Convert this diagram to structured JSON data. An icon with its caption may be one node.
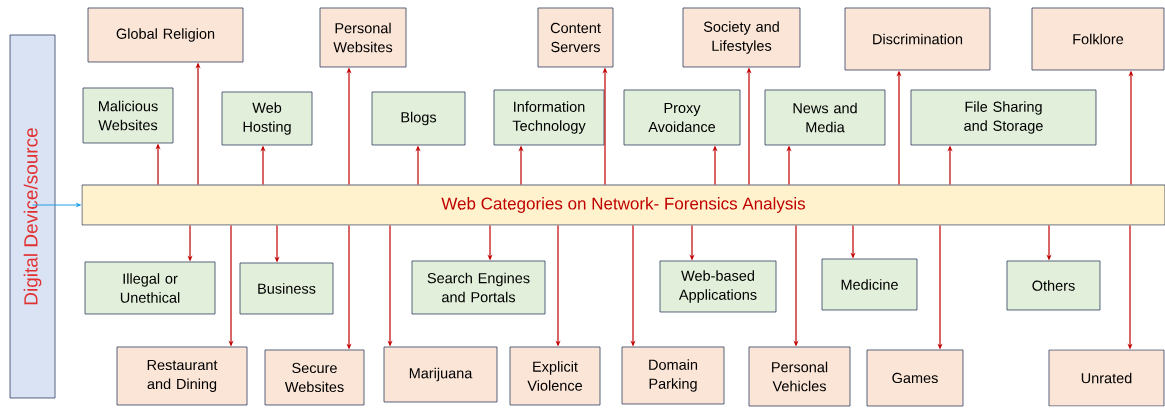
{
  "diagram": {
    "nodes": [
      {
        "text": [
          "Digital Device/source"
        ]
      },
      {
        "text": [
          "Web Categories on Network- Forensics Analysis"
        ]
      },
      {
        "text": [
          "Global Religion"
        ]
      },
      {
        "text": [
          "Personal Websites"
        ]
      },
      {
        "text": [
          "Content Servers"
        ]
      },
      {
        "text": [
          "Society and Lifestyles"
        ]
      },
      {
        "text": [
          "Discrimination"
        ]
      },
      {
        "text": [
          "Folklore"
        ]
      },
      {
        "text": [
          "Malicious Websites"
        ]
      },
      {
        "text": [
          "Web Hosting"
        ]
      },
      {
        "text": [
          "Blogs"
        ]
      },
      {
        "text": [
          "Information Technology"
        ]
      },
      {
        "text": [
          "Proxy Avoidance"
        ]
      },
      {
        "text": [
          "News and Media"
        ]
      },
      {
        "text": [
          "File Sharing and Storage"
        ]
      },
      {
        "text": [
          "Illegal or Unethical"
        ]
      },
      {
        "text": [
          "Business"
        ]
      },
      {
        "text": [
          "Search Engines and Portals"
        ]
      },
      {
        "text": [
          "Web-based Applications"
        ]
      },
      {
        "text": [
          "Medicine"
        ]
      },
      {
        "text": [
          "Others"
        ]
      },
      {
        "text": [
          "Restaurant and Dining"
        ]
      },
      {
        "text": [
          "Secure Websites"
        ]
      },
      {
        "text": [
          "Marijuana"
        ]
      },
      {
        "text": [
          "Explicit Violence"
        ]
      },
      {
        "text": [
          "Domain Parking"
        ]
      },
      {
        "text": [
          "Personal Vehicles"
        ]
      },
      {
        "text": [
          "Games"
        ]
      },
      {
        "text": [
          "Unrated"
        ]
      }
    ],
    "edges": [
      {
        "from": 0,
        "to": 1,
        "arrow": "to",
        "color": "#1ea0e6"
      },
      {
        "from": 1,
        "to": 8,
        "arrow": "to"
      },
      {
        "from": 1,
        "to": 2,
        "arrow": "to"
      },
      {
        "from": 1,
        "to": 9,
        "arrow": "to"
      },
      {
        "from": 1,
        "to": 3,
        "arrow": "to"
      },
      {
        "from": 1,
        "to": 10,
        "arrow": "to"
      },
      {
        "from": 1,
        "to": 11,
        "arrow": "to"
      },
      {
        "from": 1,
        "to": 4,
        "arrow": "to"
      },
      {
        "from": 1,
        "to": 12,
        "arrow": "to"
      },
      {
        "from": 1,
        "to": 5,
        "arrow": "to"
      },
      {
        "from": 1,
        "to": 13,
        "arrow": "to"
      },
      {
        "from": 1,
        "to": 6,
        "arrow": "to"
      },
      {
        "from": 1,
        "to": 14,
        "arrow": "to"
      },
      {
        "from": 1,
        "to": 7,
        "arrow": "to"
      },
      {
        "from": 1,
        "to": 15,
        "arrow": "to"
      },
      {
        "from": 1,
        "to": 21,
        "arrow": "to"
      },
      {
        "from": 1,
        "to": 16,
        "arrow": "to"
      },
      {
        "from": 1,
        "to": 22,
        "arrow": "to"
      },
      {
        "from": 1,
        "to": 23,
        "arrow": "to"
      },
      {
        "from": 1,
        "to": 17,
        "arrow": "to"
      },
      {
        "from": 1,
        "to": 24,
        "arrow": "to"
      },
      {
        "from": 1,
        "to": 25,
        "arrow": "to"
      },
      {
        "from": 1,
        "to": 18,
        "arrow": "to"
      },
      {
        "from": 1,
        "to": 26,
        "arrow": "to"
      },
      {
        "from": 1,
        "to": 19,
        "arrow": "to"
      },
      {
        "from": 1,
        "to": 27,
        "arrow": "to"
      },
      {
        "from": 1,
        "to": 20,
        "arrow": "to"
      },
      {
        "from": 1,
        "to": 28,
        "arrow": "to"
      }
    ]
  }
}
